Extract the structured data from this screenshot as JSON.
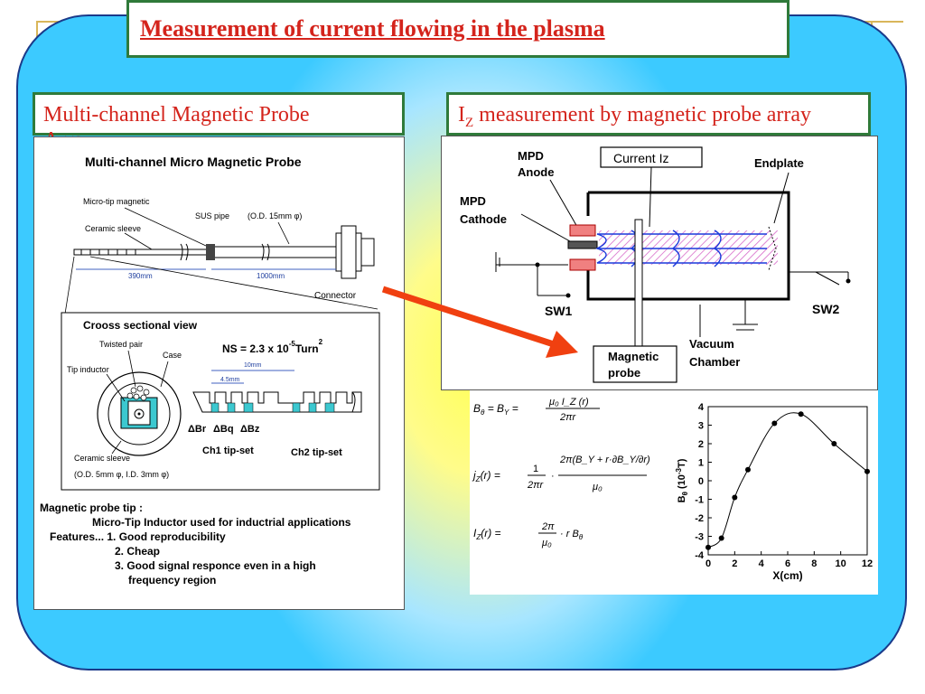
{
  "title": "Measurement of current flowing in the plasma",
  "left_header": "Multi-channel Magnetic Probe Array",
  "right_header": {
    "main": "I",
    "sub": "Z",
    "rest": " measurement by magnetic probe array"
  },
  "probe": {
    "title": "Multi-channel Micro Magnetic Probe",
    "micro_tip": "Micro-tip magnetic",
    "ceramic_sleeve": "Ceramic sleeve",
    "sus_pipe": "SUS pipe",
    "od15": "(O.D. 15mm φ)",
    "len1": "390mm",
    "len2": "1000mm",
    "connector": "Connector",
    "cross_title": "Crooss sectional view",
    "twisted_pair": "Twisted pair",
    "case": "Case",
    "tip_inductor": "Tip inductor",
    "ns_label": "NS = 2.3 x 10",
    "ns_exp": "-5",
    "ns_unit": "Turn",
    "ns_exp2": "2",
    "dim10": "10mm",
    "dim45": "4.5mm",
    "dbr": "ΔBr",
    "dbq": "ΔBq",
    "dbz": "ΔBz",
    "ch1": "Ch1 tip-set",
    "ch2": "Ch2 tip-set",
    "ceramic_sleeve2": "Ceramic sleeve",
    "od5": "(O.D. 5mm φ, I.D. 3mm φ)"
  },
  "notes": {
    "line1": "Magnetic probe tip :",
    "line2": "Micro-Tip Inductor used for inductrial applications",
    "line3": "Features... 1. Good reproducibility",
    "line4": "2. Cheap",
    "line5": "3. Good signal responce even in a high",
    "line6": "frequency region"
  },
  "device": {
    "mpd_anode": "MPD\nAnode",
    "mpd_anode_1": "MPD",
    "mpd_anode_2": "Anode",
    "mpd_cathode_1": "MPD",
    "mpd_cathode_2": "Cathode",
    "current": "Current Iz",
    "endplate": "Endplate",
    "sw1": "SW1",
    "sw2": "SW2",
    "vacuum_1": "Vacuum",
    "vacuum_2": "Chamber",
    "magnetic_1": "Magnetic",
    "magnetic_2": "probe"
  },
  "colors": {
    "title_red": "#d4241c",
    "frame_green": "#2f7a3a",
    "arrow": "#f04010",
    "flow_blue": "#1a3adc",
    "plasma": "#d050c0"
  },
  "chart_data": {
    "type": "line",
    "title": "",
    "xlabel": "X(cm)",
    "ylabel": "B_θ (10^-3 T)",
    "ylabel_main": "B",
    "ylabel_sub": "θ",
    "ylabel_unit_pre": " (10",
    "ylabel_unit_exp": "-3",
    "ylabel_unit_post": "T)",
    "xlim": [
      0,
      12
    ],
    "ylim": [
      -4,
      4
    ],
    "xticks": [
      0,
      2,
      4,
      6,
      8,
      10,
      12
    ],
    "yticks": [
      -4,
      -3,
      -2,
      -1,
      0,
      1,
      2,
      3,
      4
    ],
    "points": [
      {
        "x": 0,
        "y": -3.6
      },
      {
        "x": 1,
        "y": -3.1
      },
      {
        "x": 2,
        "y": -0.9
      },
      {
        "x": 3,
        "y": 0.6
      },
      {
        "x": 5,
        "y": 3.1
      },
      {
        "x": 7,
        "y": 3.6
      },
      {
        "x": 9.5,
        "y": 2.0
      },
      {
        "x": 12,
        "y": 0.5
      }
    ]
  }
}
